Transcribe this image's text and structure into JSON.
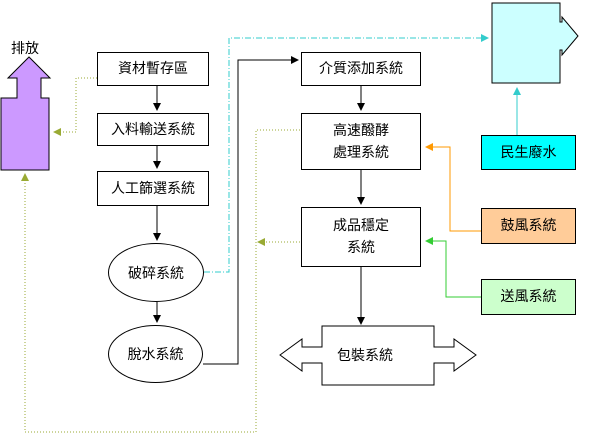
{
  "labels": {
    "exhaust": "排放",
    "storage": "資材暫存區",
    "feed": "入料輸送系統",
    "sorting": "人工篩選系統",
    "crushing": "破碎系統",
    "dewatering": "脫水系統",
    "additive": "介質添加系統",
    "fermentation": "高速醱酵\n處理系統",
    "stabilization": "成品穩定\n系統",
    "packaging": "包裝系統",
    "kitchen_waste": "民生廢水",
    "blower": "鼓風系統",
    "supply_fan": "送風系統"
  },
  "colors": {
    "exhaust_fill": "#cc99ff",
    "exhaust_line": "#99aa33",
    "waste_fill": "#00ffff",
    "waste_line": "#33cccc",
    "blower_fill": "#ffcc99",
    "blower_line": "#ff9900",
    "supply_fill": "#ccffcc",
    "supply_line": "#33cc33",
    "sink_fill": "#ccffff"
  }
}
